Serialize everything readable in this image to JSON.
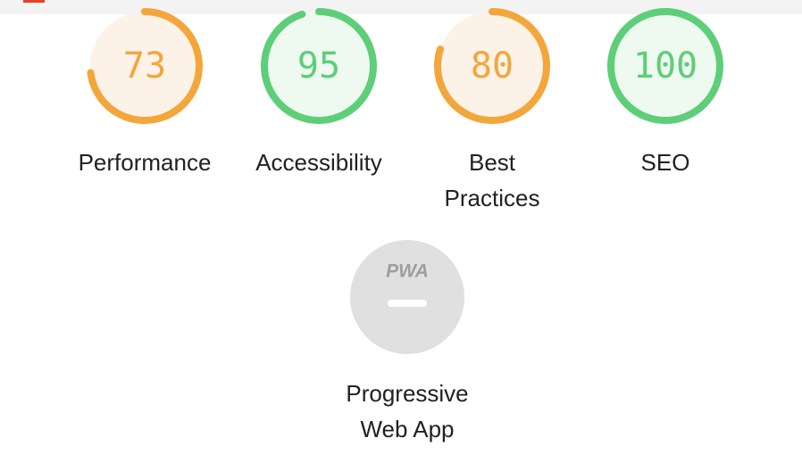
{
  "colors": {
    "average": "#f3a63b",
    "average_fill": "#fdf2e7",
    "pass": "#5ece79",
    "pass_fill": "#eef9f0",
    "na_fill": "#e0e0e0",
    "na_mark": "#ffffff",
    "na_text": "#9e9e9e",
    "text": "#212121"
  },
  "gauges": [
    {
      "id": "performance",
      "label": "Performance",
      "score": "73",
      "value": 73,
      "rating": "average"
    },
    {
      "id": "accessibility",
      "label": "Accessibility",
      "score": "95",
      "value": 95,
      "rating": "pass"
    },
    {
      "id": "best-practices",
      "label_lines": [
        "Best",
        "Practices"
      ],
      "score": "80",
      "value": 80,
      "rating": "average"
    },
    {
      "id": "seo",
      "label": "SEO",
      "score": "100",
      "value": 100,
      "rating": "pass"
    }
  ],
  "pwa": {
    "badge_text": "PWA",
    "label_lines": [
      "Progressive",
      "Web App"
    ],
    "icon": "pwa-badge-icon"
  }
}
